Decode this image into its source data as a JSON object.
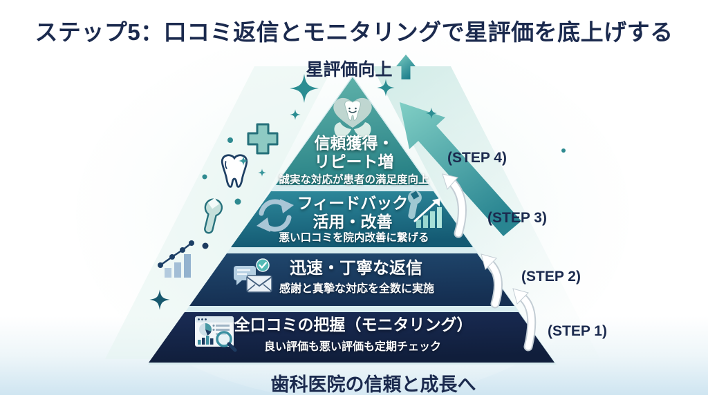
{
  "title": "ステップ5：口コミ返信とモニタリングで星評価を底上げする",
  "apex_label": "星評価向上",
  "footer": "歯科医院の信頼と成長へ",
  "tiers": [
    {
      "step": "(STEP 4)",
      "title": "信頼獲得・\nリピート増",
      "subtitle": "誠実な対応が患者の満足度向上"
    },
    {
      "step": "(STEP 3)",
      "title": "フィードバック\n活用・改善",
      "subtitle": "悪い口コミを院内改善に繋げる"
    },
    {
      "step": "(STEP 2)",
      "title": "迅速・丁寧な返信",
      "subtitle": "感謝と真摯な対応を全数に実施"
    },
    {
      "step": "(STEP 1)",
      "title": "全口コミの把握（モニタリング）",
      "subtitle": "良い評価も悪い評価も定期チェック"
    }
  ],
  "icons": {
    "apex": "hands-holding-heart-tooth-icon",
    "tier2_left": "refresh-arrows-icon",
    "tier2_right": "wrench-growth-chart-icon",
    "tier3_left": "chat-envelope-check-icon",
    "tier4_left": "report-magnifier-icon",
    "decorations": [
      "medical-cross-icon",
      "tooth-icon",
      "wrench-icon",
      "growth-chart-icon",
      "sparkle-icon",
      "up-arrow-icon"
    ]
  },
  "colors": {
    "heading_navy": "#1b2a4e",
    "tier1_teal": "#3f9e98",
    "tier2_teal_blue": "#1d6a80",
    "tier3_navy": "#1c3a5e",
    "tier4_dark_navy": "#16264a",
    "arrow_teal": "#2f8f96",
    "background_bottom": "#cfe5f1"
  }
}
